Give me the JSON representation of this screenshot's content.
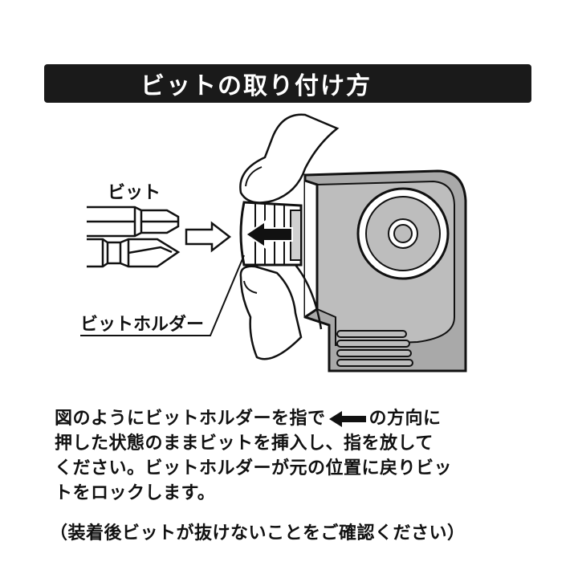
{
  "title": "ビットの取り付け方",
  "labels": {
    "bit": "ビット",
    "bit_holder": "ビットホルダー"
  },
  "instructions": {
    "line1_a": "図のようにビットホルダーを指で",
    "line1_b": "の方向に",
    "line2": "押した状態のままビットを挿入し、指を放して",
    "line3": "ください。ビットホルダーが元の位置に戻りビッ",
    "line4": "トをロックします。"
  },
  "note": "（装着後ビットが抜けないことをご確認ください）",
  "icons": {
    "push_arrow": "left-arrow-icon",
    "insert_arrow": "right-outline-arrow-icon"
  },
  "colors": {
    "title_bg": "#1a1a1a",
    "title_fg": "#ffffff",
    "tool_body": "#a9a9a9",
    "tool_face": "#bdbdbd",
    "line": "#111111"
  }
}
